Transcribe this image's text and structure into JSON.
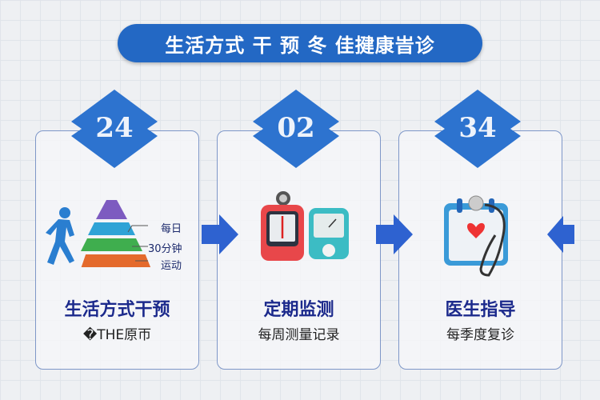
{
  "title": "生活方式 干 预   冬 佳揵康旹诊",
  "colors": {
    "primary": "#2368c4",
    "heading": "#1c2a8c"
  },
  "cards": [
    {
      "badge": "24",
      "title": "生活方式干预",
      "subtitle": "�THE原帀",
      "pyramid_labels": [
        "每日",
        "30分钟",
        "运动"
      ],
      "icon": "running-person-pyramid-icon"
    },
    {
      "badge": "02",
      "title": "定期监测",
      "subtitle": "每周测量记录",
      "icon": "blood-pressure-monitor-icon"
    },
    {
      "badge": "34",
      "title": "医生指导",
      "subtitle": "每季度复诊",
      "icon": "calendar-stethoscope-icon"
    }
  ]
}
